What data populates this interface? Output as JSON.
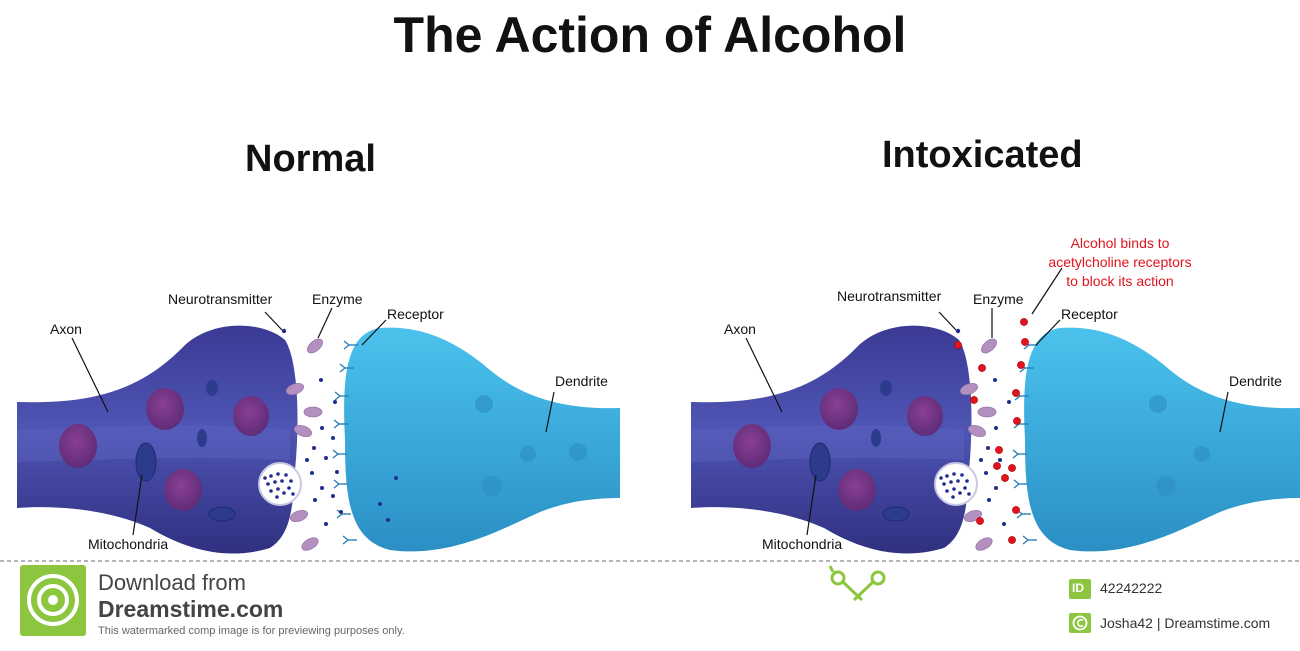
{
  "title": "The Action of Alcohol",
  "panels": [
    {
      "heading": "Normal",
      "labels": {
        "neurotransmitter": "Neurotransmitter",
        "enzyme": "Enzyme",
        "receptor": "Receptor",
        "axon": "Axon",
        "dendrite": "Dendrite",
        "mitochondria": "Mitochondria"
      }
    },
    {
      "heading": "Intoxicated",
      "labels": {
        "neurotransmitter": "Neurotransmitter",
        "enzyme": "Enzyme",
        "receptor": "Receptor",
        "axon": "Axon",
        "dendrite": "Dendrite",
        "mitochondria": "Mitochondria"
      },
      "annotation": [
        "Alcohol binds to",
        "acetylcholine receptors",
        "to block its action"
      ]
    }
  ],
  "footer": {
    "download_line": "Download from",
    "site_line": "Dreamstime.com",
    "disclaimer": "This watermarked comp image is for previewing purposes only.",
    "id_badge": "ID",
    "image_id": "42242222",
    "credit": "Josha42 | Dreamstime.com"
  },
  "colors": {
    "axon": "#3f3f9a",
    "dendrite": "#3db0de",
    "neurotransmitter": "#1f2e8e",
    "alcohol": "#e0141e",
    "enzyme": "#b490c0",
    "annotation": "#e0141e",
    "footer_green": "#8cc63f"
  }
}
